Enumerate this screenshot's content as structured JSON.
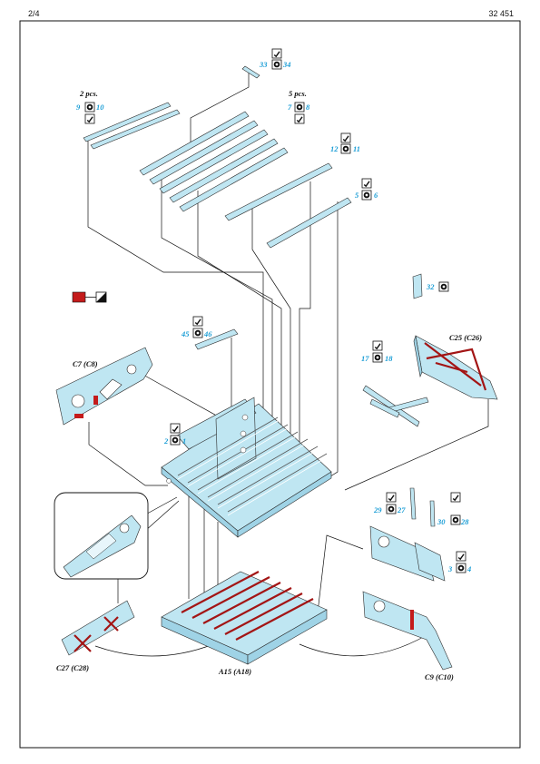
{
  "header": {
    "page": "2/4",
    "code": "32 451"
  },
  "labels": {
    "two_pcs": "2 pcs.",
    "five_pcs": "5 pcs.",
    "c7": "C7 (C8)",
    "c25": "C25 (C26)",
    "c27": "C27 (C28)",
    "a15": "A15 (A18)",
    "c9": "C9 (C10)"
  },
  "part_numbers": {
    "n33": "33",
    "n34": "34",
    "n9": "9",
    "n10": "10",
    "n7": "7",
    "n8": "8",
    "n12": "12",
    "n11": "11",
    "n5": "5",
    "n6": "6",
    "n32": "32",
    "n45": "45",
    "n46": "46",
    "n17": "17",
    "n18": "18",
    "n2": "2",
    "n1": "1",
    "n29": "29",
    "n27": "27",
    "n30": "30",
    "n28": "28",
    "n3": "3",
    "n4": "4"
  },
  "colors": {
    "part_fill": "#bfe6f2",
    "number_blue": "#1c9ed6",
    "paint_red": "#c41b1b"
  },
  "icons": [
    "fold-icon",
    "view-icon",
    "paint-swatch-icon"
  ]
}
